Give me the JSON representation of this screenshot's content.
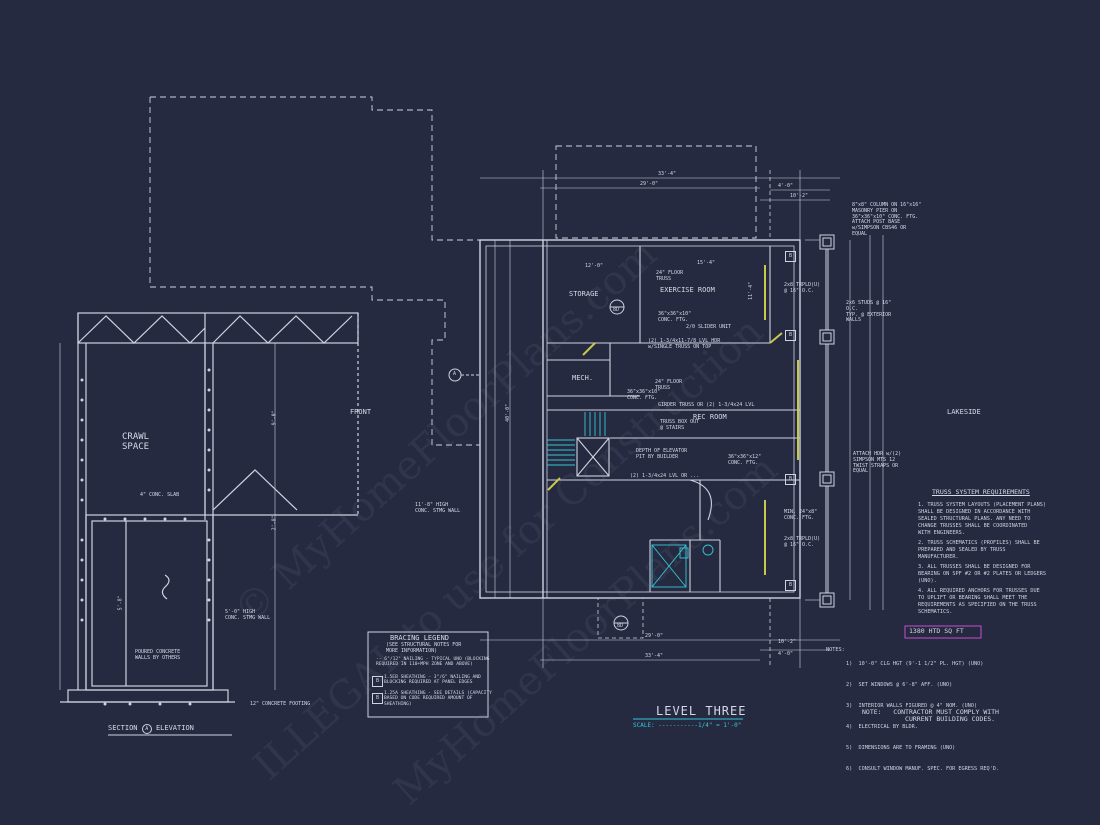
{
  "section": {
    "crawl_space_label": "CRAWL\nSPACE",
    "slab_note": "4\" CONC. SLAB",
    "stemwall_note": "5'-0\" HIGH\nCONC. STMG WALL",
    "poured_note": "POURED CONCRETE\nWALLS BY OTHERS",
    "footing_note": "12\" CONCRETE FOOTING",
    "title": "SECTION",
    "title_marker": "A",
    "title_suffix": "ELEVATION",
    "dim_height": "9'-0\"",
    "dim_lower": "5'-8\"",
    "dim_mid": "2'-8\""
  },
  "plan": {
    "rooms": {
      "storage": "STORAGE",
      "exercise": "EXERCISE ROOM",
      "mech": "MECH.",
      "rec": "REC ROOM",
      "front": "FRONT",
      "lakeside": "LAKESIDE"
    },
    "notes": {
      "floor_truss_1": "24\" FLOOR\nTRUSS",
      "floor_truss_2": "24\" FLOOR\nTRUSS",
      "conc_ftg_1": "36\"x36\"x10\"\nCONC. FTG.",
      "conc_ftg_2": "36\"x36\"x10\"\nCONC. FTG.",
      "slider": "2/0 SLIDER UNIT",
      "lvl_note": "(2) 1-3/4x11-7/8 LVL HDR\nw/SINGLE TRUSS ON TOP",
      "girder": "GIRDER TRUSS OR (2) 1-3/4x24 LVL",
      "truss_box": "TRUSS BOX OUT\n@ STAIRS",
      "elevator_pit": "DEPTH OF ELEVATOR\nPIT BY BUILDER",
      "lvl_lower": "(2) 1-3/4x24 LVL OR ...",
      "stemwall": "11'-8\" HIGH\nCONC. STMG WALL",
      "column": "8\"x8\" COLUMN ON 16\"x16\"\nMASONRY PIER ON\n36\"x36\"x10\" CONC. FTG.\nATTACH POST BASE\nw/SIMPSON CBS46 OR\nEQUAL",
      "studs": "2x6 STUDS @ 16\"\nO.C.\nTYP. @ EXTERIOR\nWALLS",
      "hdr_top": "2x8 TRPLD(U)\n@ 16\" O.C.",
      "hdr_bottom": "2x8 TRPLD(U)\n@ 16\" O.C.",
      "attach_hdr": "ATTACH HDR w/(2)\nSIMPSON MTS 12\nTWIST STRAPS OR\nEQUAL",
      "min_conc": "MIN. 24\"x8\"\nCONC. FTG.",
      "conc_ftg_3": "36\"x36\"x12\"\nCONC. FTG."
    },
    "dims": {
      "top_overall": "33'-4\"",
      "top_inner": "29'-0\"",
      "top_right": "4'-0\"",
      "top_seg": "10'-2\"",
      "bottom_overall": "33'-4\"",
      "bottom_inner": "29'-0\"",
      "right_seg": "10'-2\"",
      "right_b": "4'-0\"",
      "left_total": "40'-0\"",
      "room_w1": "12'-0\"",
      "room_w2": "15'-4\"",
      "room_h": "11'-4\""
    },
    "level_title": "LEVEL THREE",
    "scale_label": "SCALE: -----------1/4\" = 1'-0\"",
    "section_marker": "A",
    "marker_b": "B",
    "marker_80": "8D"
  },
  "bracing_legend": {
    "title": "BRACING LEGEND",
    "subtitle": "(SEE STRUCTURAL NOTES FOR\nMORE INFORMATION)",
    "item1": "-- 6\"/12\" NAILING - TYPICAL UNO (BLOCKING\nREQUIRED IN 110+MPH ZONE AND ABOVE)",
    "item2": "1.5EB SHEATHING - 3\"/6\" NAILING AND\nBLOCKING REQUIRED AT PANEL EDGES",
    "item3": "1.25A SHEATHING - SEE DETAILS (CAPACITY\nBASED ON CODE REQUIRED AMOUNT OF\nSHEATHING)",
    "key2": "B",
    "key3": "B"
  },
  "truss_requirements": {
    "title": "TRUSS SYSTEM REQUIREMENTS",
    "items": [
      "1. TRUSS SYSTEM LAYOUTS (PLACEMENT PLANS)\nSHALL BE DESIGNED IN ACCORDANCE WITH\nSEALED STRUCTURAL PLANS. ANY NEED TO\nCHANGE TRUSSES SHALL BE COORDINATED\nWITH ENGINEERS.",
      "2. TRUSS SCHEMATICS (PROFILES) SHALL BE\nPREPARED AND SEALED BY TRUSS\nMANUFACTURER.",
      "3. ALL TRUSSES SHALL BE DESIGNED FOR\nBEARING ON SPF #2 OR #2 PLATES OR LEDGERS\n(UNO).",
      "4. ALL REQUIRED ANCHORS FOR TRUSSES DUE\nTO UPLIFT OR BEARING SHALL MEET THE\nREQUIREMENTS AS SPECIFIED ON THE TRUSS\nSCHEMATICS."
    ]
  },
  "sqft": "1380 HTD SQ FT",
  "notes_list": {
    "heading": "NOTES:",
    "items": [
      "1)  10'-0\" CLG HGT (9'-1 1/2\" PL. HGT) (UNO)",
      "2)  SET WINDOWS @ 6'-8\" AFF. (UNO)",
      "3)  INTERIOR WALLS FIGURED @ 4\" NOM. (UNO)",
      "4)  ELECTRICAL BY BLDR.",
      "5)  DIMENSIONS ARE TO FRAMING (UNO)",
      "6)  CONSULT WINDOW MANUF. SPEC. FOR EGRESS REQ'D."
    ]
  },
  "contractor_note": "NOTE:   CONTRACTOR MUST COMPLY WITH\n           CURRENT BUILDING CODES.",
  "watermark": {
    "line1": "© MyHomeFloorPlans.com",
    "line2": "ILLEGAL to use for Construction",
    "line3": "MyHomeFloorPlans.com"
  },
  "colors": {
    "background": "#262a40",
    "linework": "#cfd2df",
    "accent_cyan": "#35c6d6",
    "accent_yellow": "#c7c94a",
    "accent_magenta": "#c84fd0"
  }
}
